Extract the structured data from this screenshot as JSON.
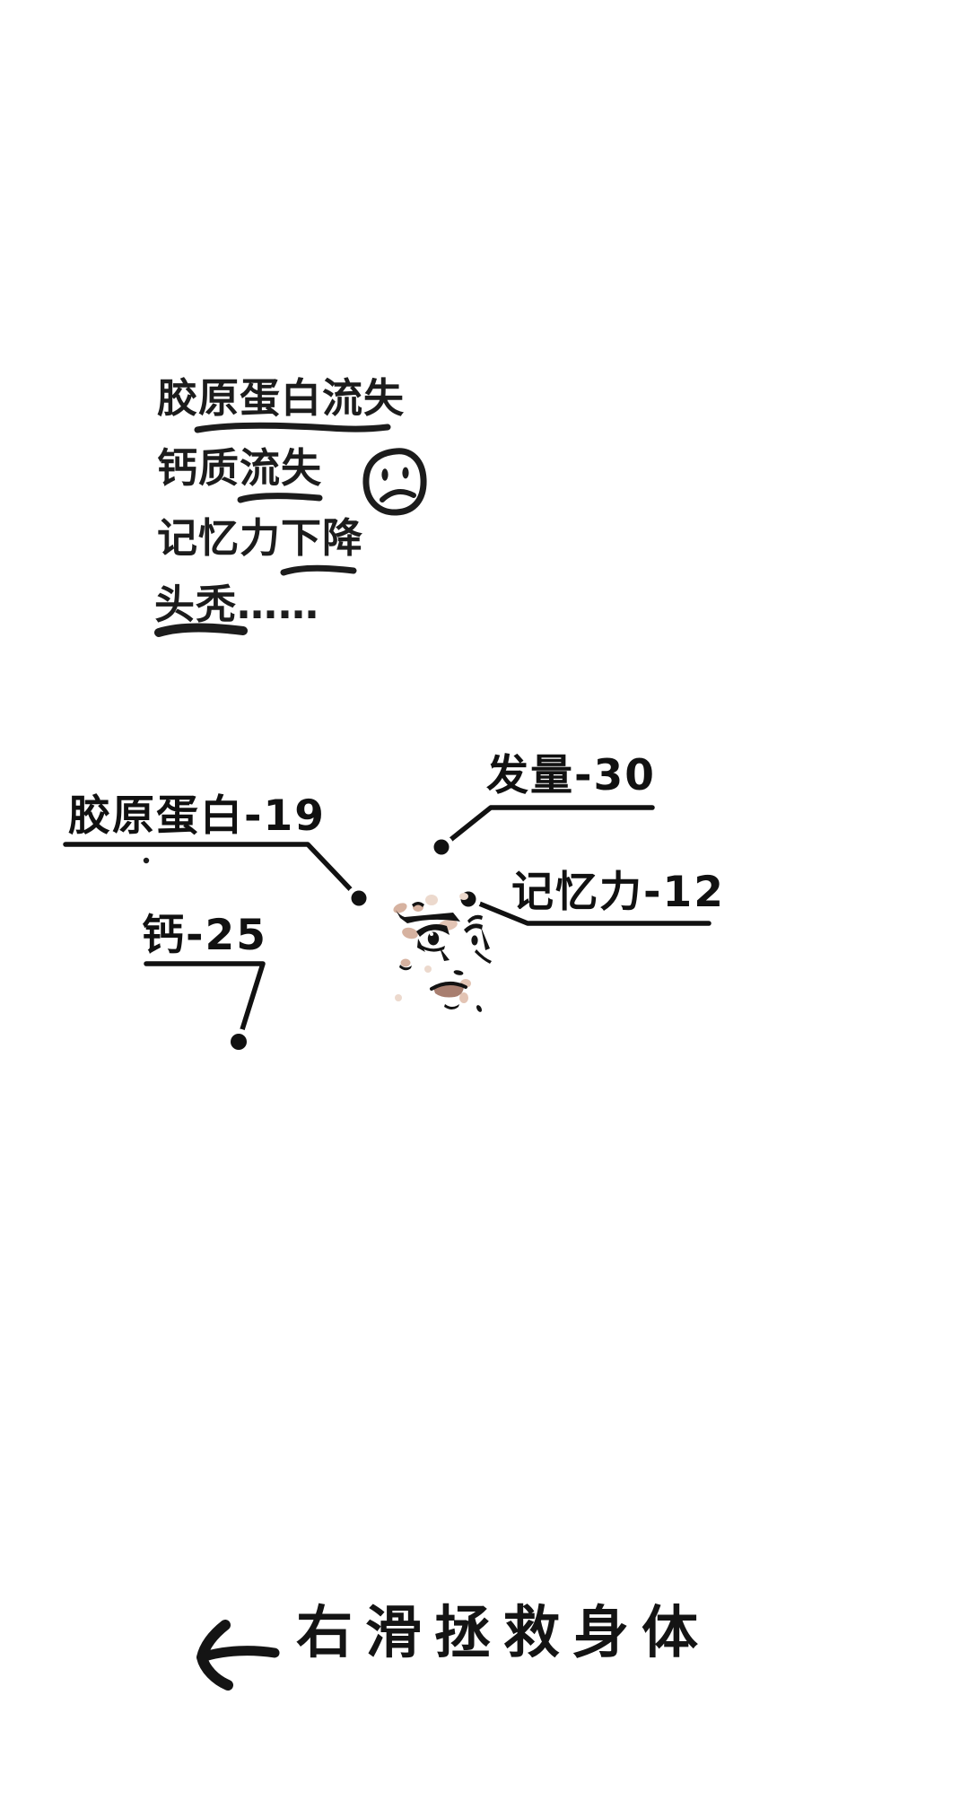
{
  "page": {
    "background": "#ffffff",
    "ink_color": "#1c1c1c",
    "casing_color": "#ffffff",
    "skin_color": "#d6b2a0",
    "skin_light_color": "#ecd9cd",
    "lips_color": "#a87e6f"
  },
  "symptoms": {
    "items": [
      {
        "label": "胶原蛋白流失"
      },
      {
        "label": "钙质流失"
      },
      {
        "label": "记忆力下降"
      },
      {
        "label": "头秃……"
      }
    ],
    "mood_icon": "sad-face-icon"
  },
  "callouts": [
    {
      "id": "hair",
      "label": "发量-30"
    },
    {
      "id": "collagen",
      "label": "胶原蛋白-19"
    },
    {
      "id": "memory",
      "label": "记忆力-12"
    },
    {
      "id": "calcium",
      "label": "钙-25"
    }
  ],
  "illustration": {
    "icon": "fragmented-face-illustration"
  },
  "footer": {
    "arrow_icon": "left-arrow-icon",
    "label": "右滑拯救身体"
  }
}
